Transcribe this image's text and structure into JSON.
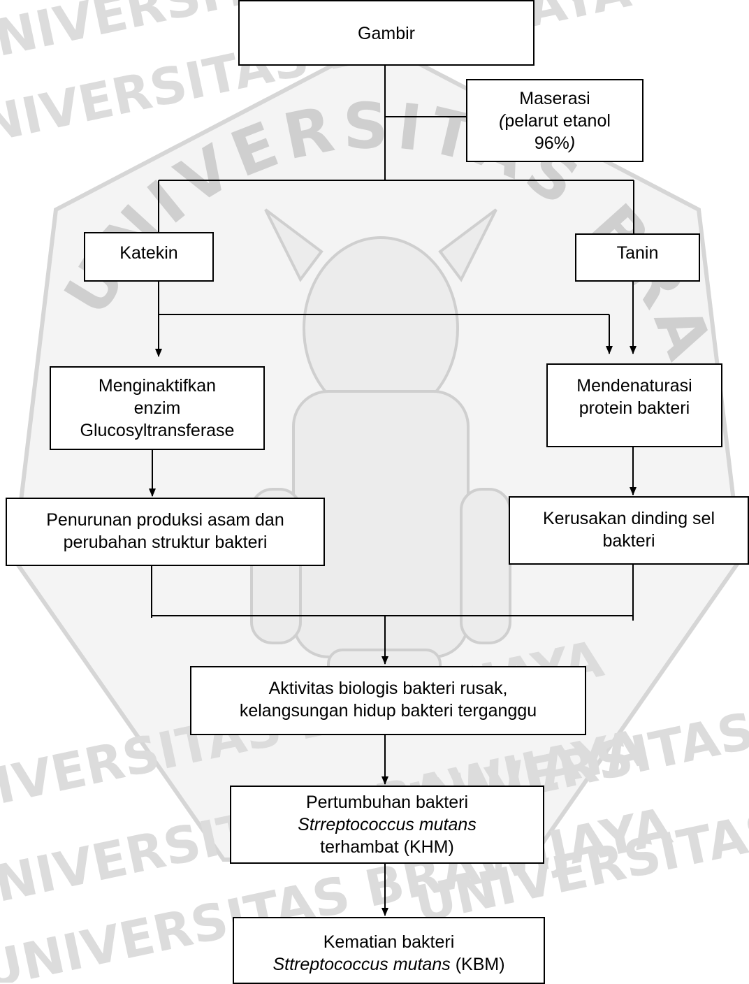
{
  "watermark": {
    "text": "UNIVERSITAS BRAWIJAYA",
    "color": "#c8c8c8",
    "fill_color": "#e6e6e6"
  },
  "nodes": {
    "gambir": "Gambir",
    "maserasi": {
      "line1": "Maserasi",
      "line2a": "(",
      "line2b": "pelarut etanol",
      "line3a": "96%",
      "line3b": ")"
    },
    "katekin": "Katekin",
    "tanin": "Tanin",
    "menginaktifkan": {
      "line1": "Menginaktifkan",
      "line2": "enzim",
      "line3": "Glucosyltransferase"
    },
    "mendenaturasi": {
      "line1": "Mendenaturasi",
      "line2": "protein bakteri"
    },
    "penurunan": {
      "line1": "Penurunan produksi asam dan",
      "line2": "perubahan struktur bakteri"
    },
    "kerusakan": {
      "line1": "Kerusakan dinding sel",
      "line2": "bakteri"
    },
    "aktivitas": {
      "line1": "Aktivitas biologis bakteri rusak,",
      "line2": "kelangsungan hidup bakteri terganggu"
    },
    "pertumbuhan": {
      "line1": "Pertumbuhan bakteri",
      "line2": "Strreptococcus mutans",
      "line3": "terhambat (KHM)"
    },
    "kematian": {
      "line1": "Kematian bakteri",
      "line2a": "Sttreptococcus mutans",
      "line2b": " (KBM)"
    }
  }
}
